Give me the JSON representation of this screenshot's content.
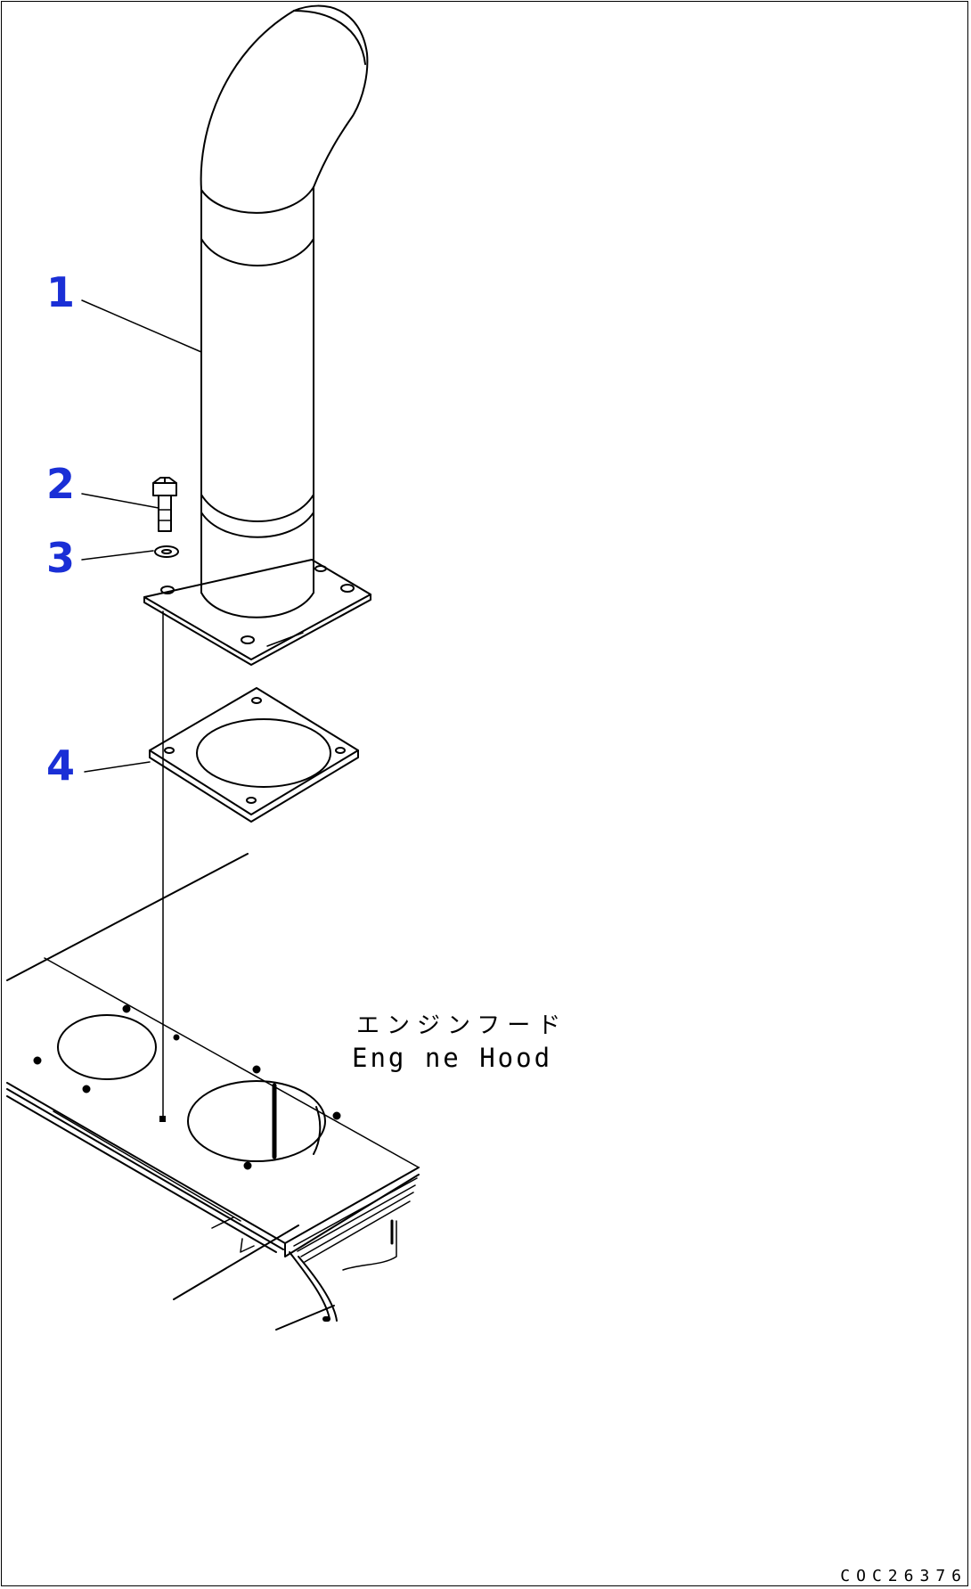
{
  "accent_color": "#1a2fd6",
  "callouts": [
    {
      "id": "1",
      "label": "1",
      "part": "exhaust-pipe"
    },
    {
      "id": "2",
      "label": "2",
      "part": "bolt"
    },
    {
      "id": "3",
      "label": "3",
      "part": "washer"
    },
    {
      "id": "4",
      "label": "4",
      "part": "gasket"
    }
  ],
  "engine_hood": {
    "label_jp": "エンジンフード",
    "label_en": "Eng ne Hood"
  },
  "drawing_number": "COC26376"
}
